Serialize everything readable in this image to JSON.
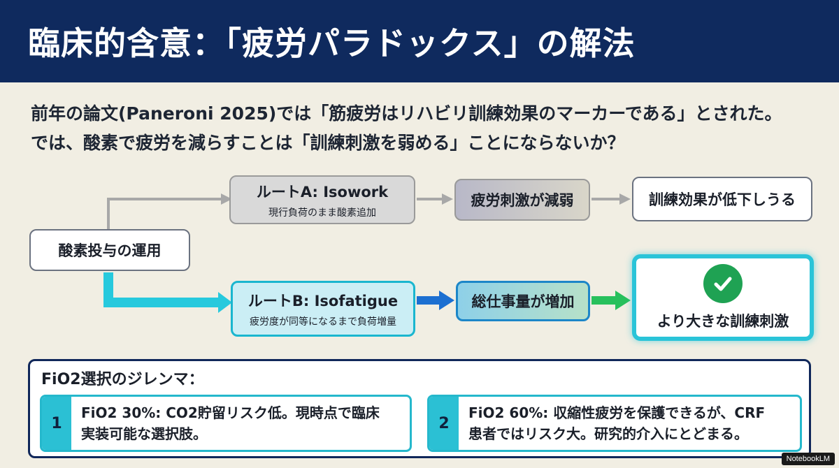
{
  "title": "臨床的含意：「疲労パラドックス」の解法",
  "intro": {
    "line1": "前年の論文(Paneroni 2025)では「筋疲労はリハビリ訓練効果のマーカーである」とされた。",
    "line2": "では、酸素で疲労を減らすことは「訓練刺激を弱める」ことにならないか？"
  },
  "flow": {
    "start": "酸素投与の運用",
    "route_a": {
      "title": "ルートA: Isowork",
      "subtitle": "現行負荷のまま酸素追加"
    },
    "route_a_step": "疲労刺激が減弱",
    "route_a_result": "訓練効果が低下しうる",
    "route_b": {
      "title": "ルートB: Isofatigue",
      "subtitle": "疲労度が同等になるまで負荷増量"
    },
    "route_b_step": "総仕事量が増加",
    "route_b_result": "より大きな訓練刺激"
  },
  "dilemma": {
    "title": "FiO2選択のジレンマ：",
    "options": [
      {
        "num": "1",
        "line1": "FiO2 30%: CO2貯留リスク低。現時点で臨床",
        "line2": "実装可能な選択肢。"
      },
      {
        "num": "2",
        "line1": "FiO2 60%: 収縮性疲労を保護できるが、CRF",
        "line2": "患者ではリスク大。研究的介入にとどまる。"
      }
    ]
  },
  "brand": "NotebookLM",
  "colors": {
    "header": "#0f2a5e",
    "accent_cyan": "#2ac4d8",
    "check_green": "#1fa253",
    "background": "#f1eee3"
  },
  "icons": {
    "result_check": "check-circle-icon"
  }
}
